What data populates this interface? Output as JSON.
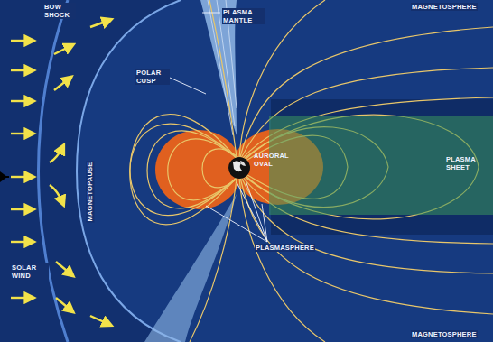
{
  "diagram": {
    "nodes": [
      {
        "text": [
          "PLASMA SHEET"
        ]
      }
    ],
    "labels": [
      "BOW SHOCK",
      "PLASMA MANTLE",
      "MAGNETOSPHERE",
      "POLAR CUSP",
      "MAGNETOPAUSE",
      "AURORAL OVAL",
      "PLASMASPHERE",
      "SOLAR WIND",
      "MAGNETOSPHERE"
    ]
  }
}
